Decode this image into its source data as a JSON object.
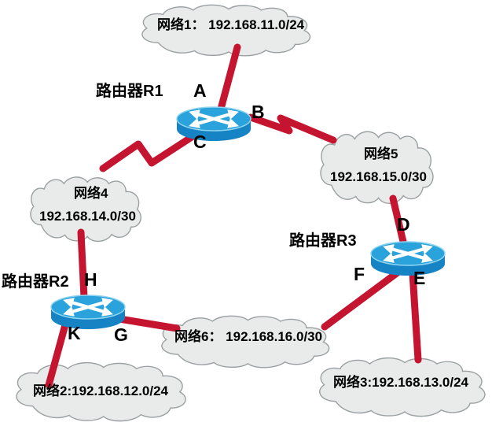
{
  "routers": {
    "r1": {
      "label": "路由器R1"
    },
    "r2": {
      "label": "路由器R2"
    },
    "r3": {
      "label": "路由器R3"
    }
  },
  "interfaces": {
    "a": "A",
    "b": "B",
    "c": "C",
    "d": "D",
    "e": "E",
    "f": "F",
    "g": "G",
    "h": "H",
    "k": "K"
  },
  "networks": {
    "net1": {
      "text": "网络1： 192.168.11.0/24"
    },
    "net2": {
      "text": "网络2:192.168.12.0/24"
    },
    "net3": {
      "text": "网络3:192.168.13.0/24"
    },
    "net4": {
      "title": "网络4",
      "subnet": "192.168.14.0/30"
    },
    "net5": {
      "title": "网络5",
      "subnet": "192.168.15.0/30"
    },
    "net6": {
      "text": "网络6： 192.168.16.0/30"
    }
  },
  "links": [
    {
      "router": "路由器R1",
      "interface": "A",
      "network": "网络1",
      "style": "straight"
    },
    {
      "router": "路由器R1",
      "interface": "B",
      "network": "网络5",
      "style": "zigzag"
    },
    {
      "router": "路由器R1",
      "interface": "C",
      "network": "网络4",
      "style": "zigzag"
    },
    {
      "router": "路由器R2",
      "interface": "H",
      "network": "网络4",
      "style": "straight"
    },
    {
      "router": "路由器R2",
      "interface": "K",
      "network": "网络2",
      "style": "straight"
    },
    {
      "router": "路由器R2",
      "interface": "G",
      "network": "网络6",
      "style": "straight"
    },
    {
      "router": "路由器R3",
      "interface": "D",
      "network": "网络5",
      "style": "straight"
    },
    {
      "router": "路由器R3",
      "interface": "F",
      "network": "网络6",
      "style": "straight"
    },
    {
      "router": "路由器R3",
      "interface": "E",
      "network": "网络3",
      "style": "straight"
    }
  ],
  "colors": {
    "link_red": "#c51430",
    "router_top_blue": "#2aa3dc",
    "router_side_blue": "#1583c4",
    "cloud_fill": "#e9ebea",
    "cloud_border": "#9aa0a2",
    "text": "#000000",
    "background": "#ffffff"
  }
}
